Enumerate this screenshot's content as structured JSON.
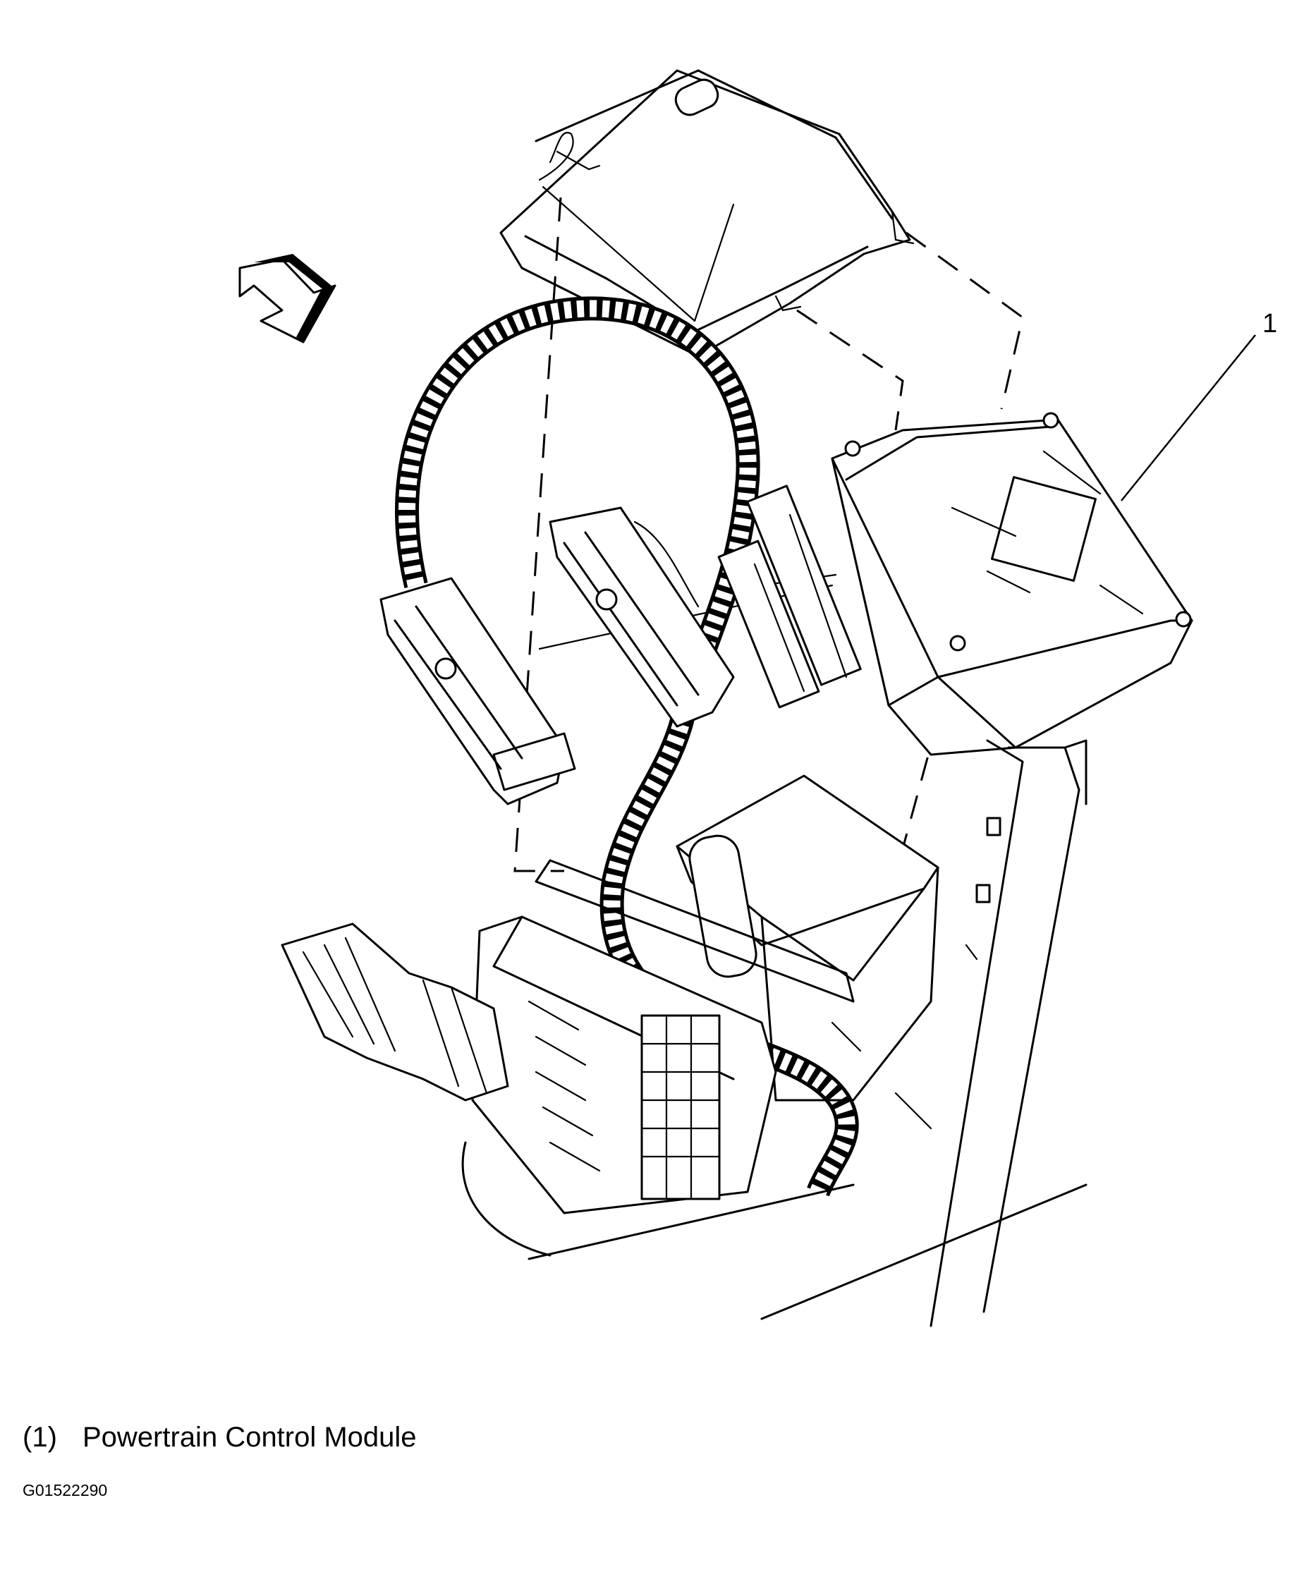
{
  "callout": {
    "number": "1"
  },
  "legend": {
    "items": [
      {
        "number": "(1)",
        "label": "Powertrain Control Module"
      }
    ]
  },
  "figure_id": "G01522290",
  "colors": {
    "line": "#000000",
    "background": "#ffffff"
  }
}
